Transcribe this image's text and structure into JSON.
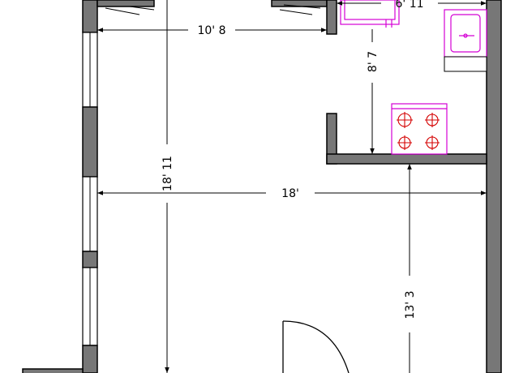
{
  "dimensions": {
    "width_living_top": "10' 8",
    "width_kitchen_top": "6' 11",
    "kitchen_depth": "8' 7",
    "overall_height": "18' 11",
    "overall_width": "18'",
    "lower_depth": "13' 3"
  },
  "colors": {
    "wall": "#777777",
    "fixture": "#d400d4",
    "burner": "#d40000"
  }
}
